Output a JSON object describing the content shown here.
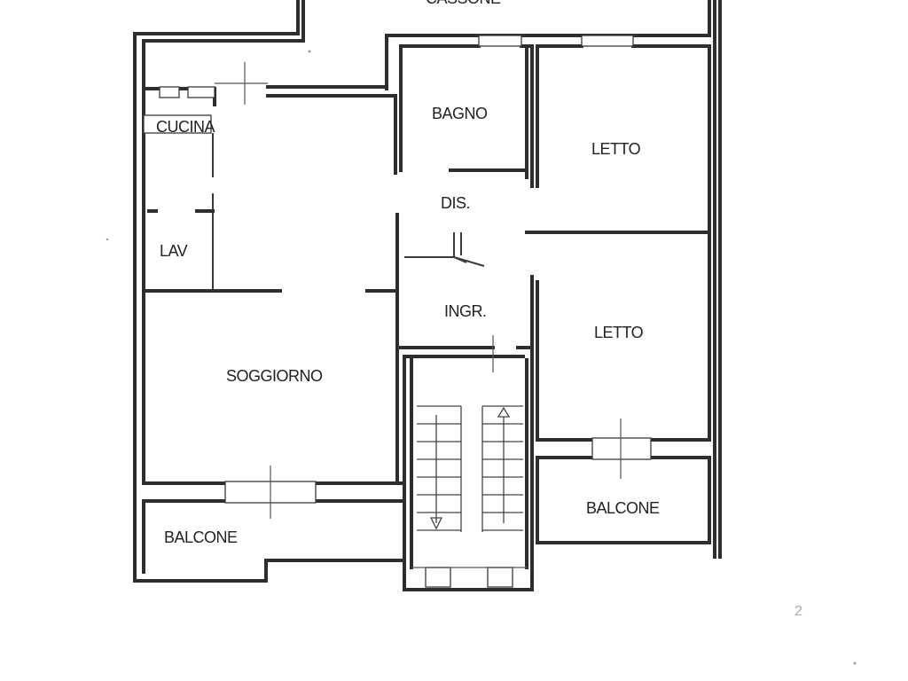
{
  "floor_plan": {
    "rooms": {
      "cucina": "CUCINA",
      "lav": "LAV",
      "bagno": "BAGNO",
      "letto_1": "LETTO",
      "letto_2": "LETTO",
      "dis": "DIS.",
      "ingr": "INGR.",
      "soggiorno": "SOGGIORNO",
      "balcone_1": "BALCONE",
      "balcone_2": "BALCONE"
    },
    "cut_label": "CASSONE",
    "corner_mark": "2"
  }
}
